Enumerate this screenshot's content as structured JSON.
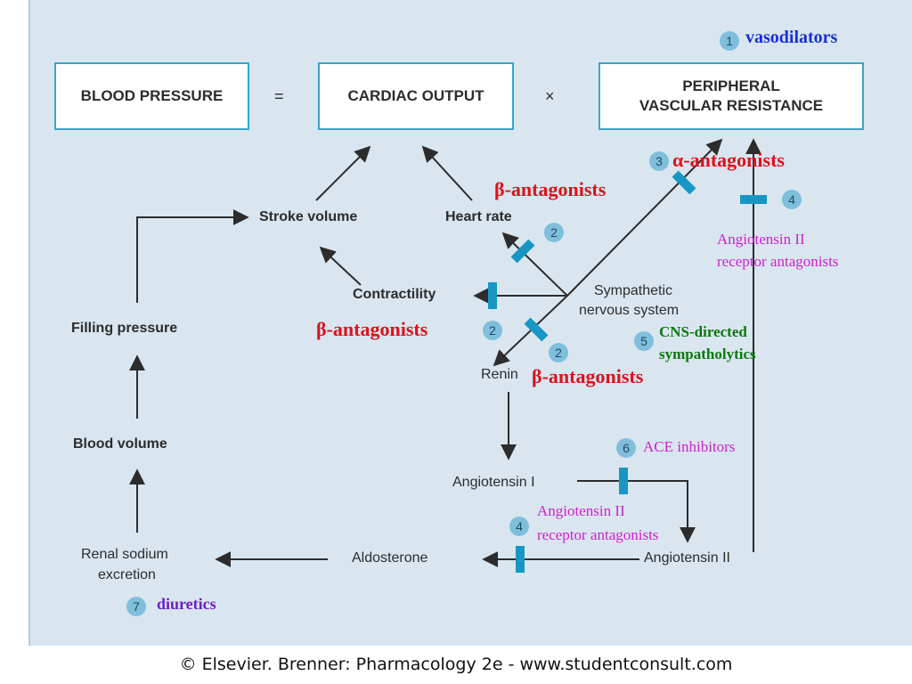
{
  "boxes": {
    "blood_pressure": "BLOOD PRESSURE",
    "equals": "=",
    "cardiac_output": "CARDIAC OUTPUT",
    "times": "×",
    "pvr_line1": "PERIPHERAL",
    "pvr_line2": "VASCULAR RESISTANCE"
  },
  "nodes": {
    "stroke_volume": "Stroke volume",
    "heart_rate": "Heart rate",
    "contractility": "Contractility",
    "sympathetic_line1": "Sympathetic",
    "sympathetic_line2": "nervous system",
    "filling_pressure": "Filling pressure",
    "blood_volume": "Blood volume",
    "renin": "Renin",
    "angiotensin_1": "Angiotensin I",
    "angiotensin_2": "Angiotensin II",
    "aldosterone": "Aldosterone",
    "renal_line1": "Renal sodium",
    "renal_line2": "excretion"
  },
  "drugs": {
    "vasodilators": {
      "num": "1",
      "label": "vasodilators"
    },
    "alpha": {
      "num": "3",
      "label": "α-antagonists"
    },
    "beta_hr": {
      "num": "2",
      "label": "β-antagonists"
    },
    "beta_contract": {
      "num": "2",
      "label": "β-antagonists"
    },
    "beta_renin": {
      "num": "2",
      "label": "β-antagonists"
    },
    "arb_top": {
      "num": "4",
      "line1": "Angiotensin II",
      "line2": "receptor antagonists"
    },
    "cns": {
      "num": "5",
      "line1": "CNS-directed",
      "line2": "sympatholytics"
    },
    "ace": {
      "num": "6",
      "label": "ACE inhibitors"
    },
    "arb_bottom": {
      "num": "4",
      "line1": "Angiotensin II",
      "line2": "receptor antagonists"
    },
    "diuretics": {
      "num": "7",
      "label": "diuretics"
    }
  },
  "footer": "© Elsevier. Brenner: Pharmacology 2e - www.studentconsult.com"
}
